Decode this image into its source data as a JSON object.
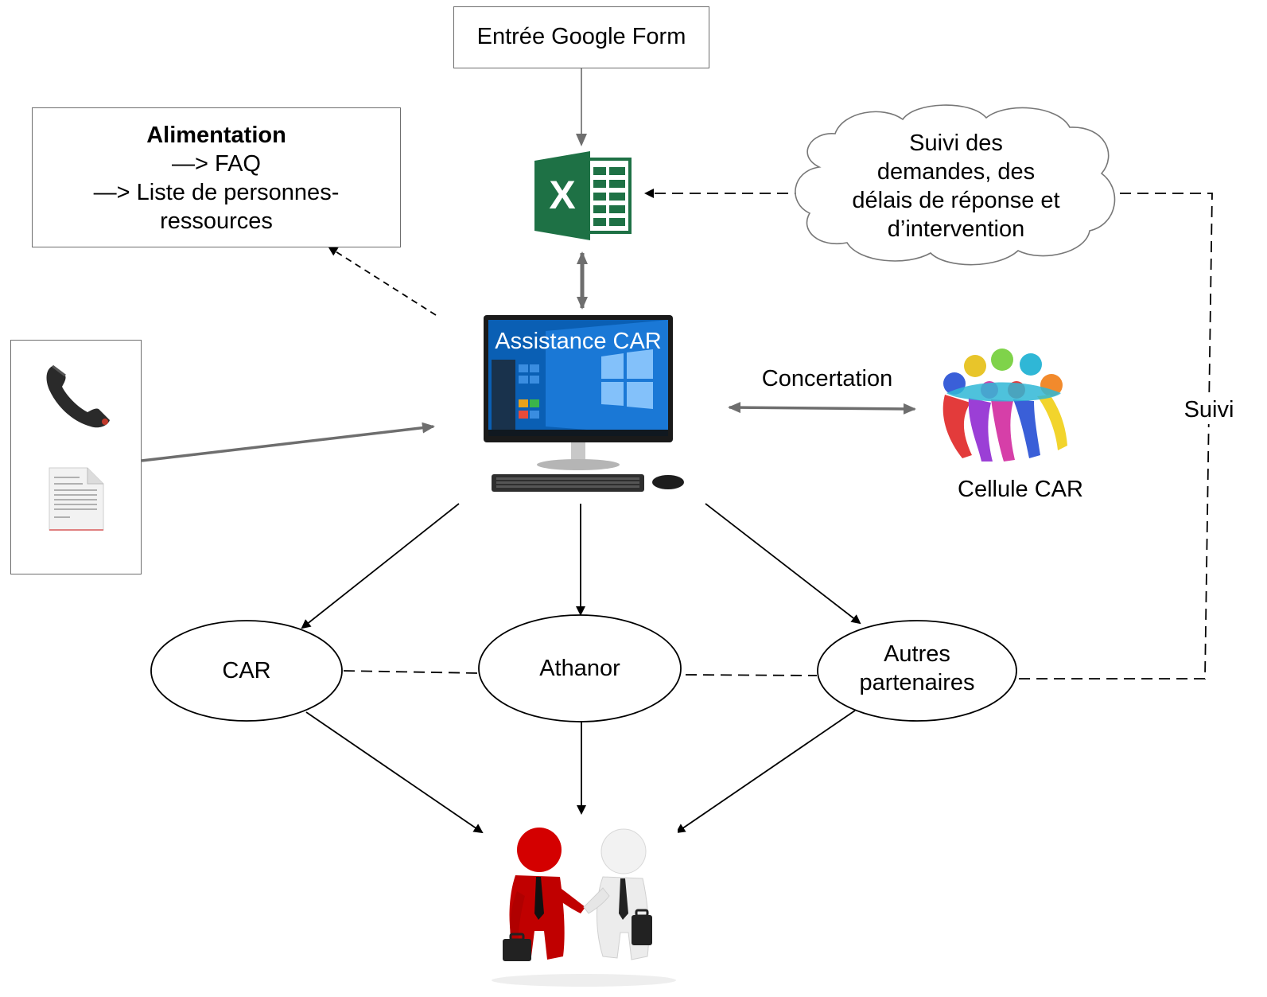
{
  "google_form": {
    "label": "Entrée Google Form"
  },
  "alimentation": {
    "title": "Alimentation",
    "line1": "—> FAQ",
    "line2": "—> Liste de personnes-",
    "line3": "ressources"
  },
  "cloud": {
    "line1": "Suivi des",
    "line2": "demandes, des",
    "line3": "délais de réponse et",
    "line4": "d’intervention"
  },
  "computer": {
    "screen_label": "Assistance CAR"
  },
  "concertation": {
    "label": "Concertation"
  },
  "cellule": {
    "label": "Cellule CAR"
  },
  "suivi": {
    "label": "Suivi"
  },
  "nodes": {
    "car": "CAR",
    "athanor": "Athanor",
    "autres_line1": "Autres",
    "autres_line2": "partenaires"
  },
  "colors": {
    "excel_green": "#1e7145",
    "windows_blue": "#0a5fb4",
    "arrow_gray": "#6e6e6e",
    "handshake_red": "#d40000"
  }
}
